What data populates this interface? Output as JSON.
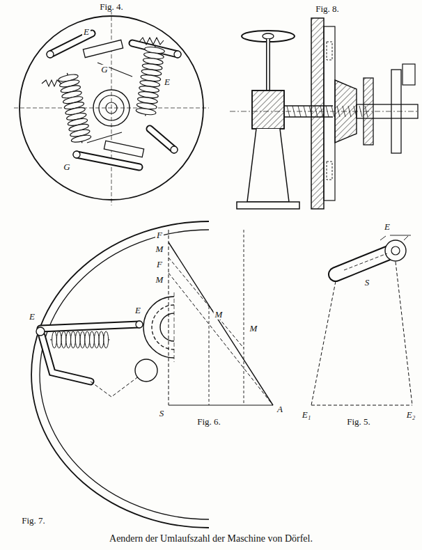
{
  "diagram": {
    "caption": "Aendern der Umlaufszahl der Maschine von Dörfel.",
    "labels": [
      "Fig. 4.",
      "Fig. 8.",
      "Fig. 6.",
      "Fig. 5.",
      "Fig. 7.",
      "E",
      "G",
      "E",
      "G",
      "E",
      "E",
      "F",
      "M",
      "F",
      "M",
      "M",
      "M",
      "S",
      "A",
      "S",
      "E",
      "E₁",
      "E₂"
    ]
  }
}
